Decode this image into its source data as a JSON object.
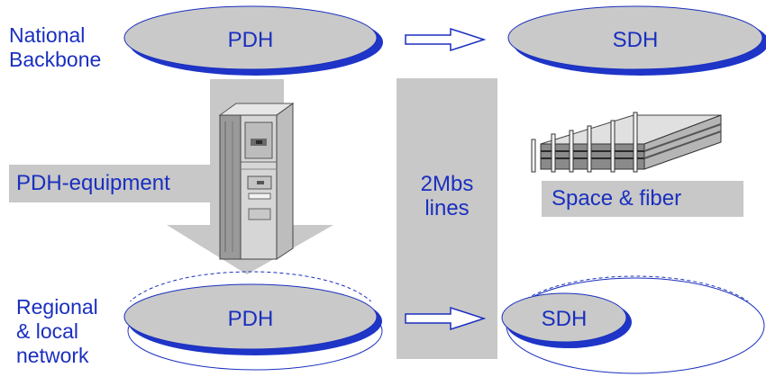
{
  "labels": {
    "national_backbone": [
      "National",
      "Backbone"
    ],
    "regional_local": [
      "Regional",
      "& local",
      "network"
    ],
    "pdh_equipment": "PDH-equipment",
    "space_fiber": "Space & fiber",
    "lines_2mbs": [
      "2Mbs",
      "lines"
    ]
  },
  "ellipses": {
    "top_left": "PDH",
    "top_right": "SDH",
    "bottom_left": "PDH",
    "bottom_right": "SDH"
  },
  "colors": {
    "text": "#1a2fbf",
    "ellipse_fill": "#c9c9c9",
    "ellipse_edge": "#1a2fbf",
    "shadow": "#1e35c8",
    "panel": "#c8c8c8"
  },
  "icons": [
    "server-cabinet-icon",
    "building-icon",
    "arrow-right-icon",
    "down-arrow-shape"
  ]
}
